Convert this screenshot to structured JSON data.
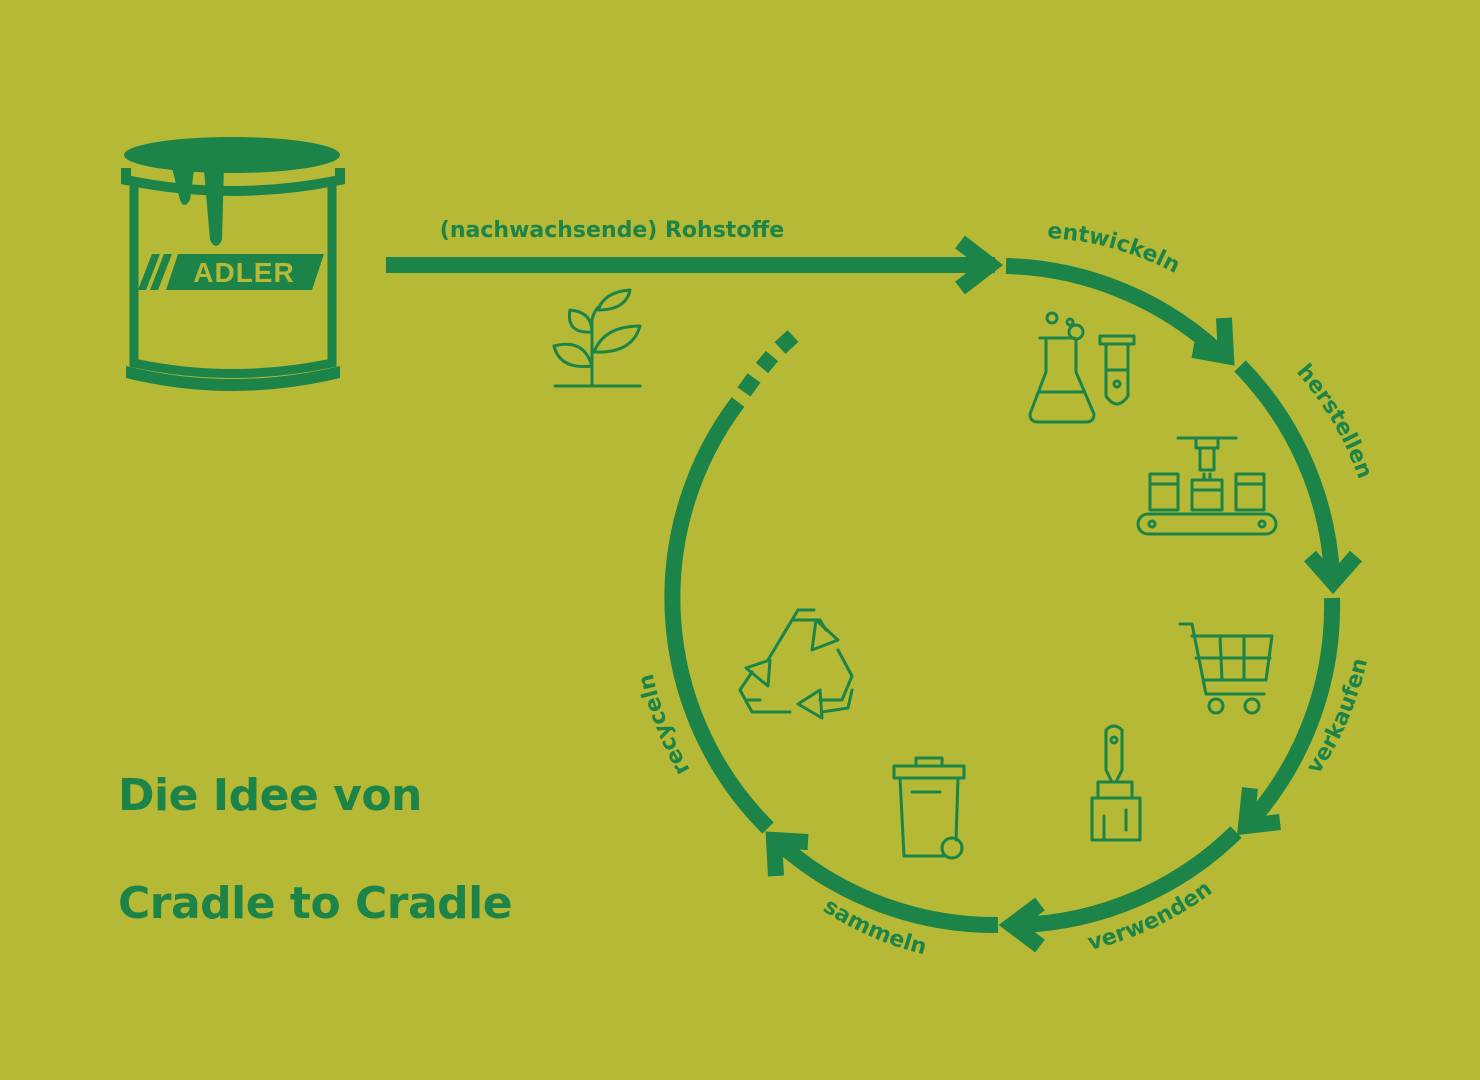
{
  "colors": {
    "background": "#b6b936",
    "primary_green": "#1c8448"
  },
  "logo": {
    "brand": "ADLER"
  },
  "diagram": {
    "input_label": "(nachwachsende) Rohstoffe",
    "stages": [
      {
        "label": "entwickeln",
        "icon": "laboratory-flask-icon"
      },
      {
        "label": "herstellen",
        "icon": "production-line-icon"
      },
      {
        "label": "verkaufen",
        "icon": "shopping-cart-icon"
      },
      {
        "label": "verwenden",
        "icon": "paint-brush-icon"
      },
      {
        "label": "sammeln",
        "icon": "waste-bin-icon"
      },
      {
        "label": "recyceln",
        "icon": "recycling-icon"
      }
    ],
    "raw_material_icon": "plant-sprout-icon"
  },
  "title": {
    "line1": "Die Idee von",
    "line2": "Cradle to Cradle"
  }
}
